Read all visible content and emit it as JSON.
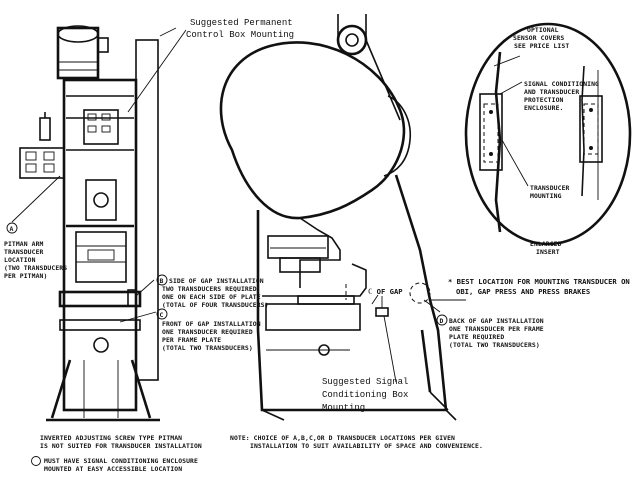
{
  "labels": {
    "control_box": [
      "Suggested Permanent",
      "Control Box Mounting"
    ],
    "sensor_covers": [
      "OPTIONAL",
      "SENSOR COVERS",
      "SEE PRICE LIST"
    ],
    "signal_enclosure": [
      "SIGNAL CONDITIONING",
      "AND TRANSDUCER",
      "PROTECTION",
      "ENCLOSURE."
    ],
    "transducer_mounting": [
      "TRANSDUCER",
      "MOUNTING"
    ],
    "enlarged_insert": [
      "ENLARGED",
      "INSERT"
    ],
    "pitman": [
      "PITMAN ARM",
      "TRANSDUCER",
      "LOCATION",
      "(TWO TRANSDUCERS",
      "PER PITMAN)"
    ],
    "side_gap": [
      "SIDE OF GAP INSTALLATION",
      "TWO TRANSDUCERS REQUIRED",
      "ONE ON EACH SIDE OF PLATE",
      "(TOTAL OF FOUR TRANSDUCERS)"
    ],
    "front_gap": [
      "FRONT OF GAP INSTALLATION",
      "ONE TRANSDUCER REQUIRED",
      "PER FRAME PLATE",
      "(TOTAL TWO TRANSDUCERS)"
    ],
    "cl_gap": "ℂ OF GAP",
    "best_location": [
      "* BEST LOCATION FOR MOUNTING TRANSDUCER ON",
      "OBI, GAP PRESS AND PRESS BRAKES"
    ],
    "back_gap": [
      "BACK OF GAP INSTALLATION",
      "ONE TRANSDUCER PER FRAME",
      "PLATE REQUIRED",
      "(TOTAL TWO TRANSDUCERS)"
    ],
    "signal_box": [
      "Suggested Signal",
      "Conditioning Box",
      "Mounting"
    ],
    "inverted": [
      "INVERTED ADJUSTING SCREW TYPE PITMAN",
      "IS NOT SUITED FOR TRANSDUCER INSTALLATION"
    ],
    "must_have": [
      "MUST HAVE SIGNAL CONDITIONING ENCLOSURE",
      "MOUNTED AT EASY ACCESSIBLE LOCATION"
    ],
    "note": [
      "NOTE: CHOICE OF A,B,C,OR D TRANSDUCER LOCATIONS PER GIVEN",
      "INSTALLATION TO SUIT AVAILABILITY OF SPACE AND CONVENIENCE."
    ],
    "markers": {
      "a": "A",
      "b": "B",
      "c": "C",
      "d": "D"
    }
  }
}
